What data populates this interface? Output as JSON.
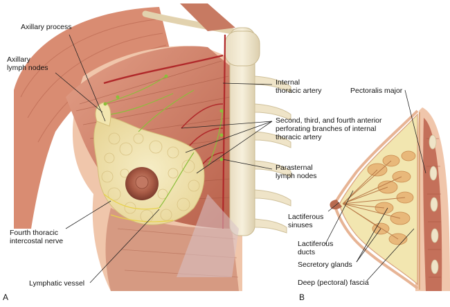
{
  "panels": {
    "a": "A",
    "b": "B"
  },
  "labels": {
    "axillary_process": "Axillary process",
    "axillary_lymph_nodes": "Axillary\nlymph nodes",
    "internal_thoracic_artery": "Internal\nthoracic artery",
    "perforating_branches": "Second, third, and fourth anterior\nperforating branches of internal\nthoracic artery",
    "parasternal_lymph_nodes": "Parasternal\nlymph nodes",
    "fourth_thoracic_nerve": "Fourth thoracic\nintercostal nerve",
    "lymphatic_vessel": "Lymphatic vessel",
    "pectoralis_major": "Pectoralis major",
    "lactiferous_sinuses": "Lactiferous\nsinuses",
    "lactiferous_ducts": "Lactiferous\nducts",
    "secretory_glands": "Secretory glands",
    "deep_fascia": "Deep (pectoral) fascia"
  },
  "colors": {
    "muscle": "#c4705a",
    "muscle_light": "#d8917a",
    "skin": "#f2c9b0",
    "bone": "#efe4c8",
    "fat": "#f2e6b0",
    "gland": "#e8b87a",
    "artery": "#b0282a",
    "nerve": "#e8d24a",
    "lymph": "#8bbf3a",
    "areola": "#a85a45"
  }
}
